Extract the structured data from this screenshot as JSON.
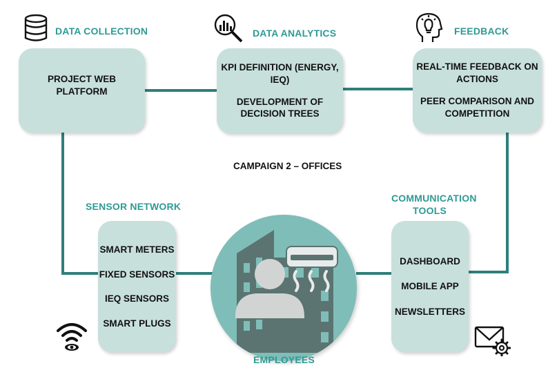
{
  "header_top": "(c)",
  "sections": {
    "data_collection": {
      "title": "DATA COLLECTION",
      "lines": [
        "PROJECT WEB",
        "PLATFORM"
      ]
    },
    "data_analytics": {
      "title": "DATA ANALYTICS",
      "lines": [
        "KPI DEFINITION (ENERGY,",
        "IEQ)",
        "DEVELOPMENT OF",
        "DECISION TREES"
      ]
    },
    "feedback": {
      "title": "FEEDBACK",
      "lines": [
        "REAL-TIME FEEDBACK ON",
        "ACTIONS",
        "PEER COMPARISON AND",
        "COMPETITION"
      ]
    },
    "sensor_network": {
      "title": "SENSOR NETWORK",
      "items": [
        "SMART METERS",
        "FIXED SENSORS",
        "IEQ SENSORS",
        "SMART PLUGS"
      ]
    },
    "communication_tools": {
      "title_line1": "COMMUNICATION",
      "title_line2": "TOOLS",
      "items": [
        "DASHBOARD",
        "MOBILE APP",
        "NEWSLETTERS"
      ]
    }
  },
  "center_label": "CAMPAIGN 2 – OFFICES",
  "employees_label": "EMPLOYEES",
  "icons": {
    "database": "database-icon",
    "analytics": "magnifier-chart-icon",
    "feedback": "head-lightbulb-icon",
    "wifi": "wifi-eye-icon",
    "mail": "mail-gear-icon",
    "employee": "person-office-ac-icon"
  },
  "colors": {
    "accent": "#2e9a94",
    "connector": "#2e7f7a",
    "box_fill": "#c7e0dc",
    "circle_fill": "#7fbdb8"
  }
}
